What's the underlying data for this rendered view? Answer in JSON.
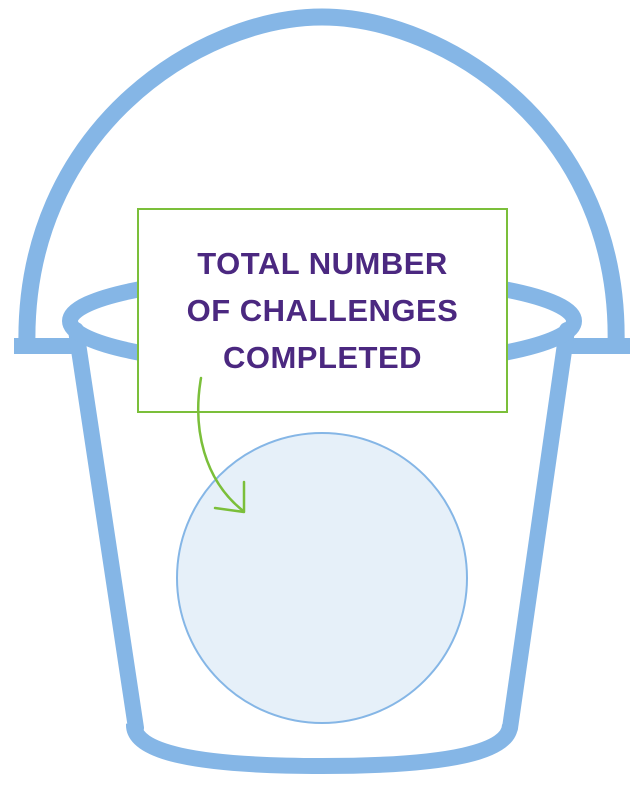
{
  "label": {
    "lines": [
      "TOTAL NUMBER",
      "OF CHALLENGES",
      "COMPLETED"
    ]
  },
  "colors": {
    "bucket_outline": "#85b6e6",
    "circle_fill": "#e6f0f9",
    "circle_stroke": "#85b6e6",
    "label_border": "#7bbf3a",
    "label_text": "#4b2880",
    "arrow": "#7bbf3a"
  },
  "icons": {
    "bucket": "bucket-icon",
    "arrow": "curved-arrow-icon"
  }
}
